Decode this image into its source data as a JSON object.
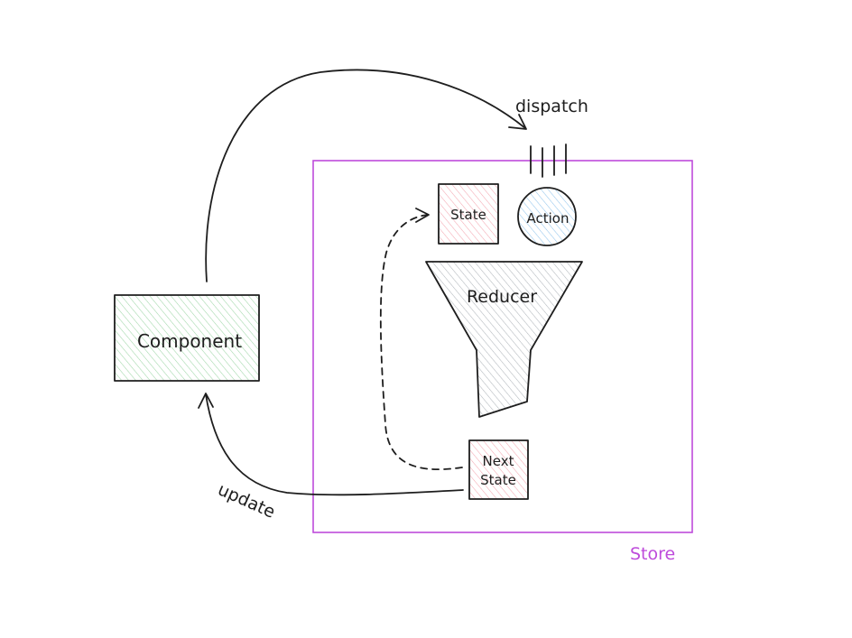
{
  "labels": {
    "dispatch": "dispatch",
    "update": "update",
    "component": "Component",
    "state": "State",
    "action": "Action",
    "reducer": "Reducer",
    "next_state_line1": "Next",
    "next_state_line2": "State",
    "store": "Store"
  },
  "colors": {
    "stroke": "#1e1e1e",
    "component_fill": "#b2f2bb",
    "state_fill": "#ffc9c9",
    "action_fill": "#a5d8ff",
    "reducer_fill": "#ced4da",
    "store_border": "#be4bdb"
  }
}
